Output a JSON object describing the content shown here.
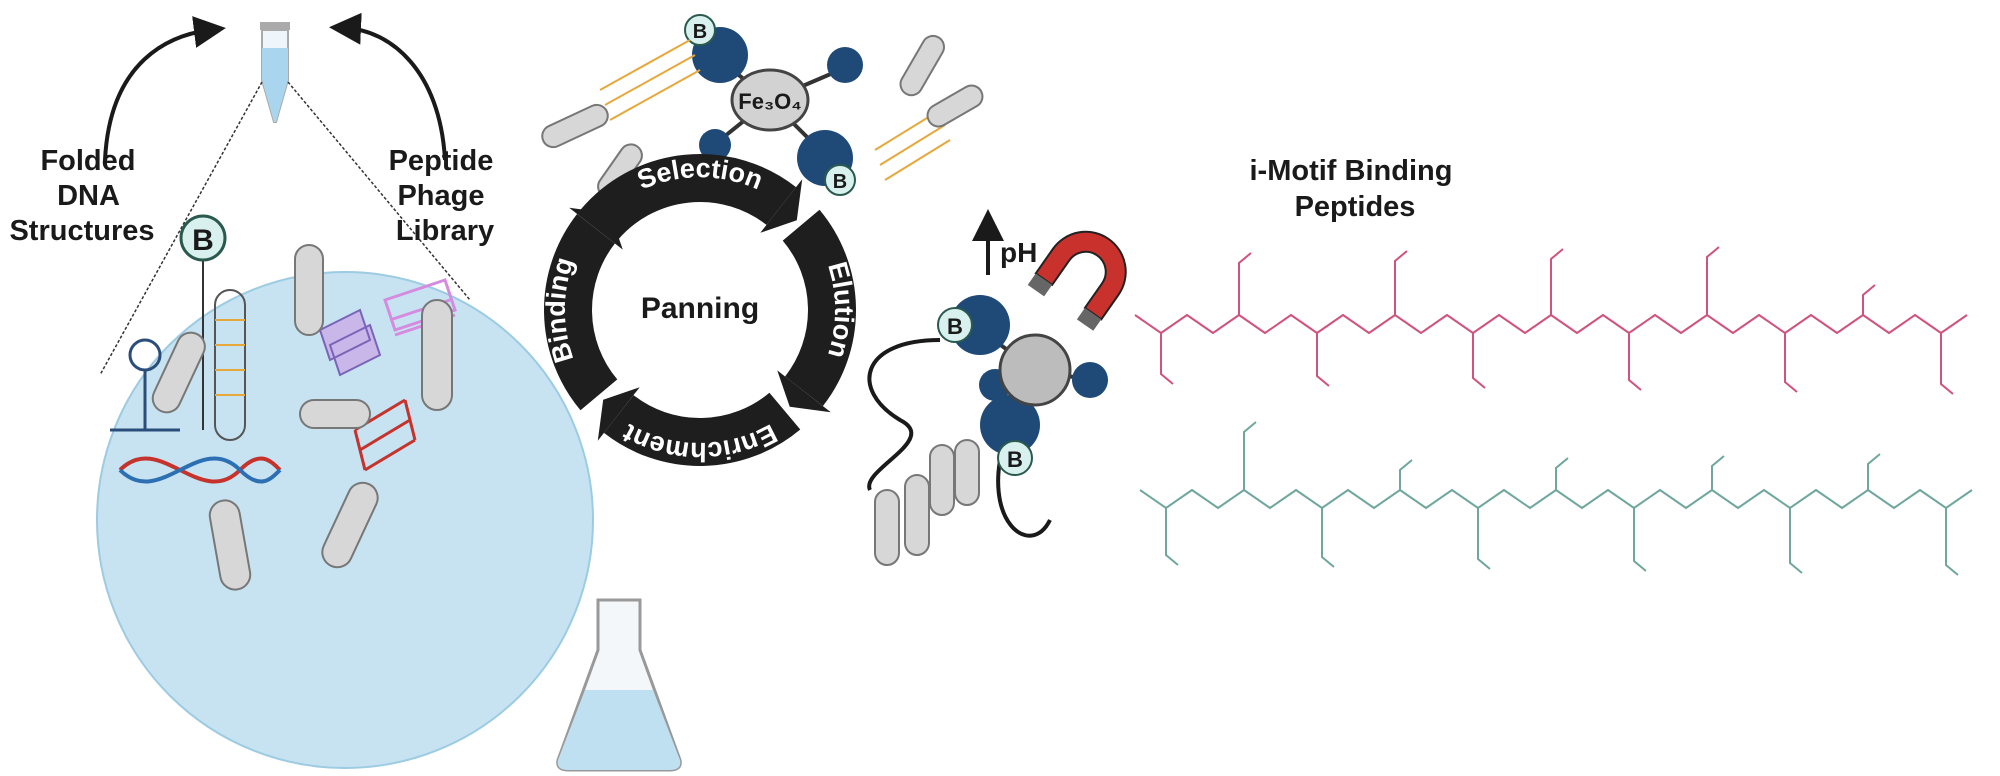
{
  "labels": {
    "folded_dna": [
      "Folded",
      "DNA",
      "Structures"
    ],
    "phage_library": [
      "Peptide",
      "Phage",
      "Library"
    ],
    "biotin": "B",
    "bead": "Fe₃O₄",
    "center": "Panning",
    "steps": [
      "Selection",
      "Elution",
      "Enrichment",
      "Binding"
    ],
    "ph": "pH",
    "result_title": [
      "i-Motif Binding",
      "Peptides"
    ]
  },
  "colors": {
    "circle_fill": "#c7e3f2",
    "streptavidin": "#1f4a78",
    "biotin_fill": "#d8f1ee",
    "cycle": "#1e1e1e",
    "peptide_1": "#d0527e",
    "peptide_2": "#6fa79d",
    "magnet_red": "#c9312c"
  }
}
